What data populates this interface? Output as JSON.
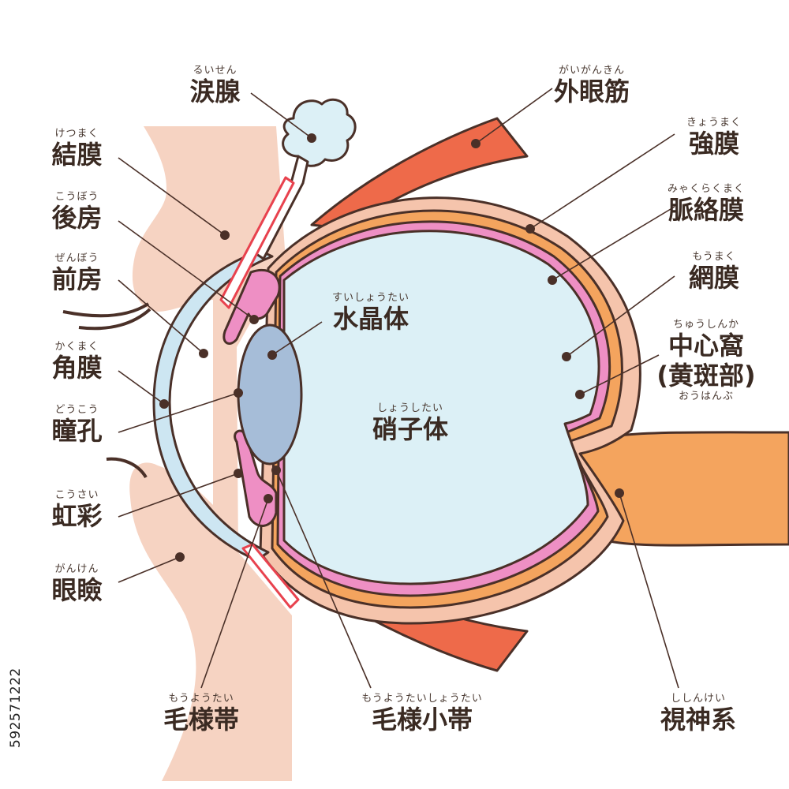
{
  "labels": {
    "lacrimal": {
      "ruby": "るいせん",
      "text": "涙腺"
    },
    "conjunctiva": {
      "ruby": "けつまく",
      "text": "結膜"
    },
    "posterior_chamber": {
      "ruby": "こうぼう",
      "text": "後房"
    },
    "anterior_chamber": {
      "ruby": "ぜんぼう",
      "text": "前房"
    },
    "cornea": {
      "ruby": "かくまく",
      "text": "角膜"
    },
    "pupil": {
      "ruby": "どうこう",
      "text": "瞳孔"
    },
    "iris": {
      "ruby": "こうさい",
      "text": "虹彩"
    },
    "eyelid": {
      "ruby": "がんけん",
      "text": "眼瞼"
    },
    "ciliary_body": {
      "ruby": "もうようたい",
      "text": "毛様帯"
    },
    "zonule": {
      "ruby": "もうようたいしょうたい",
      "text": "毛様小帯"
    },
    "optic_nerve": {
      "ruby": "ししんけい",
      "text": "視神系"
    },
    "extraocular": {
      "ruby": "がいがんきん",
      "text": "外眼筋"
    },
    "sclera": {
      "ruby": "きょうまく",
      "text": "強膜"
    },
    "choroid": {
      "ruby": "みゃくらくまく",
      "text": "脈絡膜"
    },
    "retina": {
      "ruby": "もうまく",
      "text": "網膜"
    },
    "fovea": {
      "ruby": "ちゅうしんか",
      "text": "中心窩",
      "sub": "(黄斑部)",
      "ruby_below": "おうはんぶ"
    },
    "lens": {
      "ruby": "すいしょうたい",
      "text": "水晶体"
    },
    "vitreous": {
      "ruby": "しょうしたい",
      "text": "硝子体"
    }
  },
  "stock_id": "592571222",
  "colors": {
    "outline": "#4a3028",
    "skin": "#f6d3c2",
    "sclera": "#f5c4ac",
    "choroid": "#f4a45e",
    "retina": "#ee8fc4",
    "vitreous": "#dcf0f6",
    "lens": "#a6bdd8",
    "cornea": "#cde6f2",
    "muscle": "#ee6a4a",
    "nerve": "#f4a45e",
    "rim": "#e8424e"
  }
}
